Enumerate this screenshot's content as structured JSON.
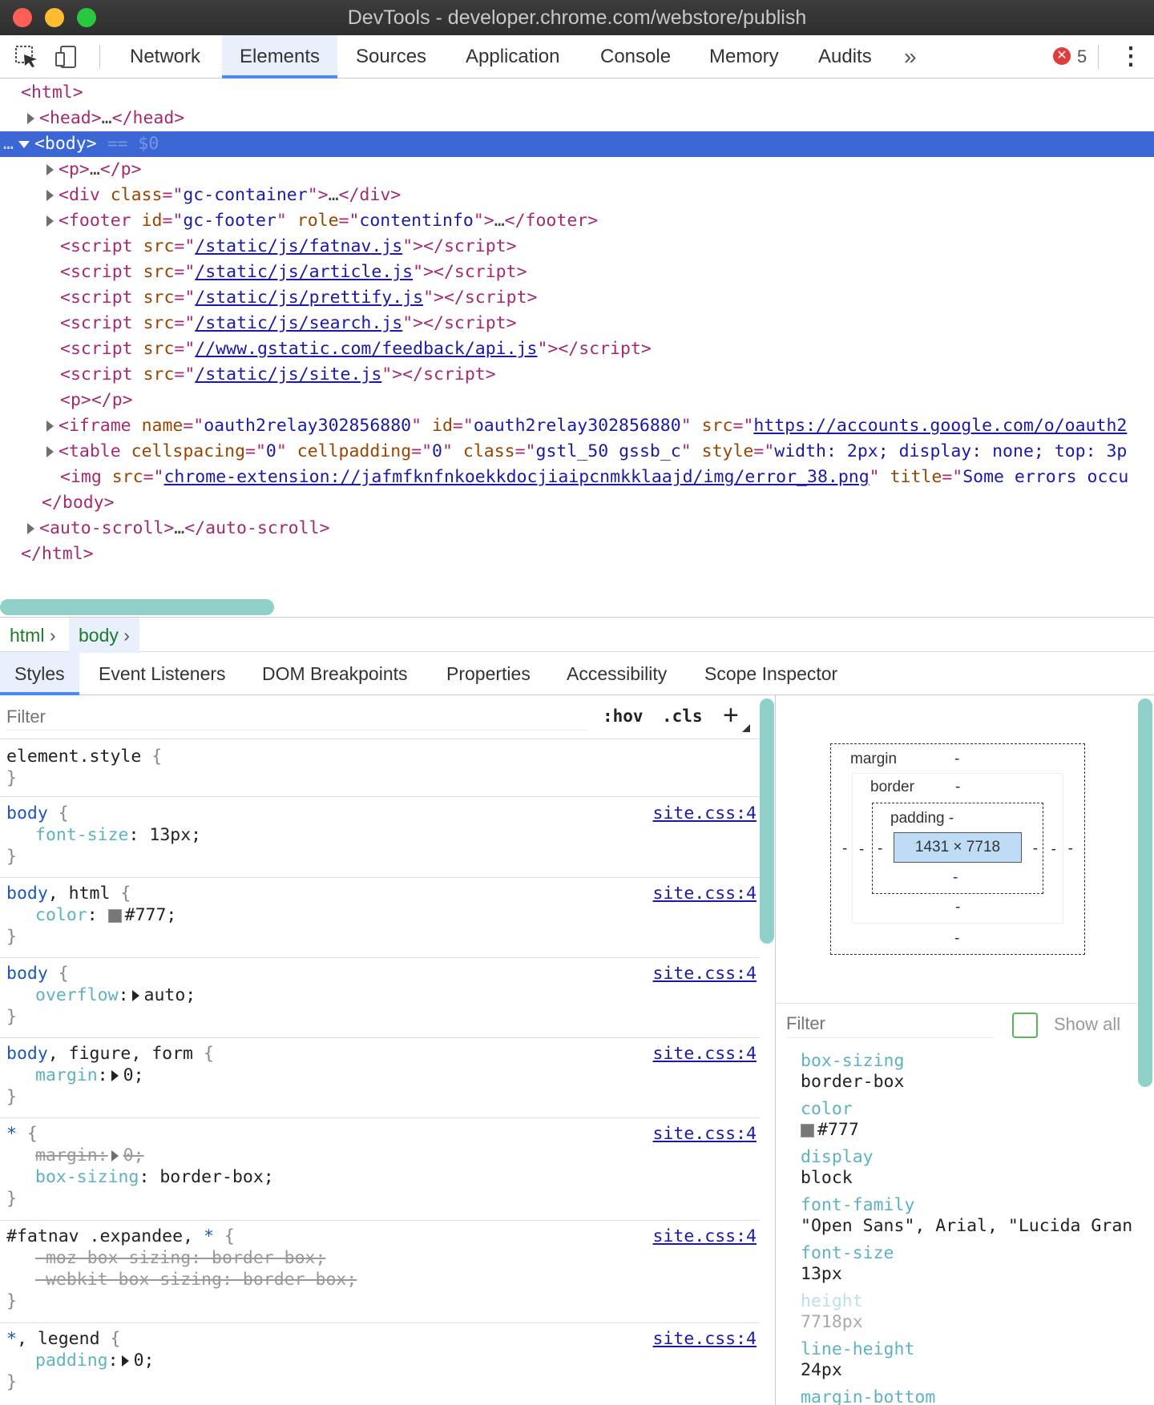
{
  "window": {
    "title": "DevTools - developer.chrome.com/webstore/publish"
  },
  "main_tabs": [
    "Network",
    "Elements",
    "Sources",
    "Application",
    "Console",
    "Memory",
    "Audits"
  ],
  "error_count": "5",
  "dom": {
    "selected_hint": "== $0",
    "ellipsis": "…"
  },
  "breadcrumb": [
    "html",
    "body"
  ],
  "sub_tabs": [
    "Styles",
    "Event Listeners",
    "DOM Breakpoints",
    "Properties",
    "Accessibility",
    "Scope Inspector"
  ],
  "styles": {
    "filter_placeholder": "Filter",
    "hov": ":hov",
    "cls": ".cls",
    "source": "site.css:4"
  },
  "box_model": {
    "margin_label": "margin",
    "border_label": "border",
    "padding_label": "padding -",
    "dash": "-",
    "content": "1431 × 7718"
  },
  "computed": {
    "filter_placeholder": "Filter",
    "show_all": "Show all",
    "props": [
      {
        "name": "box-sizing",
        "value": "border-box"
      },
      {
        "name": "color",
        "value": "#777"
      },
      {
        "name": "display",
        "value": "block"
      },
      {
        "name": "font-family",
        "value": "\"Open Sans\", Arial, \"Lucida Gran"
      },
      {
        "name": "font-size",
        "value": "13px"
      },
      {
        "name": "height",
        "value": "7718px"
      },
      {
        "name": "line-height",
        "value": "24px"
      },
      {
        "name": "margin-bottom",
        "value": ""
      }
    ]
  },
  "colors": {
    "accent": "#4a8af4",
    "selection": "#3b67d4",
    "scrollbar": "#8fd0c8",
    "error": "#e03c3c"
  }
}
